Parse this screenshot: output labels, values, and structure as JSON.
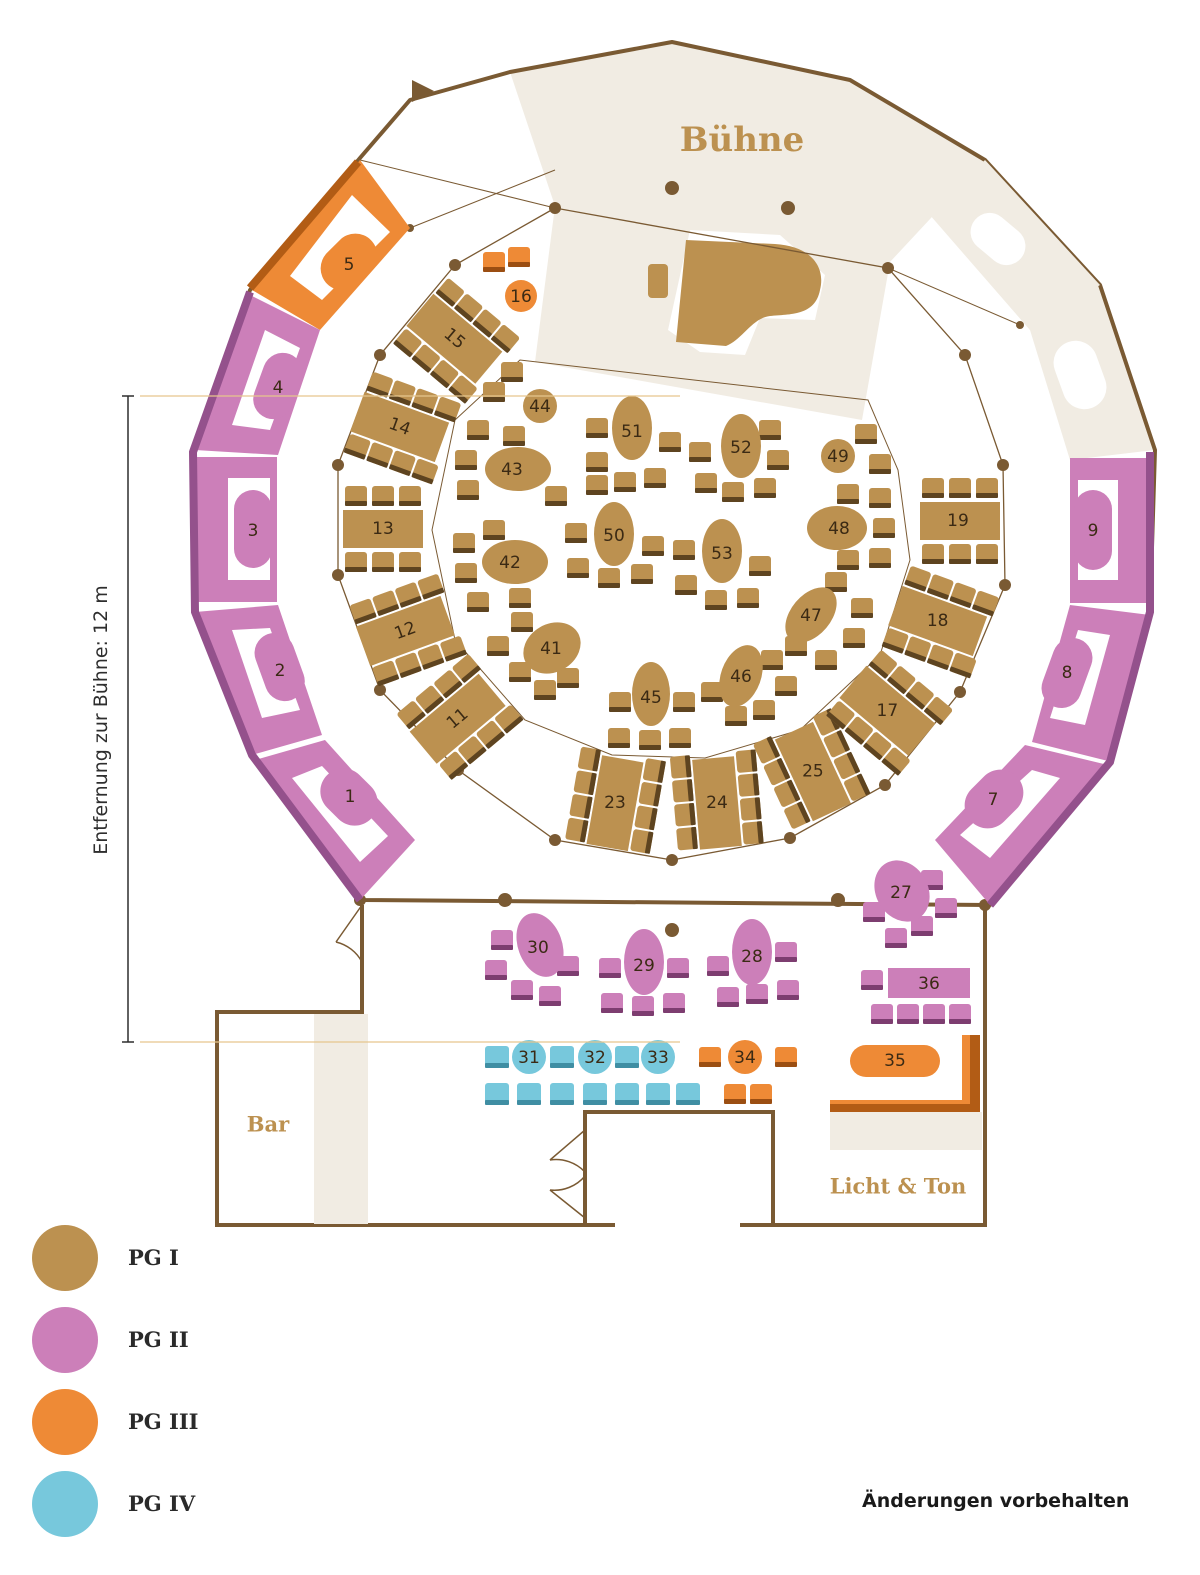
{
  "labels": {
    "stage": "Bühne",
    "bar": "Bar",
    "light_sound": "Licht & Ton",
    "distance": "Entfernung zur Bühne: 12 m",
    "note": "Änderungen vorbehalten"
  },
  "colors": {
    "pg1": "#bc9150",
    "pg2": "#cc7fb9",
    "pg3": "#ee8a36",
    "pg4": "#77c8dc",
    "wall": "#7a5a33",
    "stage_fill": "#f1ece3",
    "booth_frame": "#94518c"
  },
  "legend": [
    {
      "label": "PG I",
      "color": "#bc9150"
    },
    {
      "label": "PG II",
      "color": "#cc7fb9"
    },
    {
      "label": "PG III",
      "color": "#ee8a36"
    },
    {
      "label": "PG IV",
      "color": "#77c8dc"
    }
  ],
  "tables": {
    "t1": "1",
    "t2": "2",
    "t3": "3",
    "t4": "4",
    "t5": "5",
    "t7": "7",
    "t8": "8",
    "t9": "9",
    "t11": "11",
    "t12": "12",
    "t13": "13",
    "t14": "14",
    "t15": "15",
    "t16": "16",
    "t17": "17",
    "t18": "18",
    "t19": "19",
    "t23": "23",
    "t24": "24",
    "t25": "25",
    "t27": "27",
    "t28": "28",
    "t29": "29",
    "t30": "30",
    "t31": "31",
    "t32": "32",
    "t33": "33",
    "t34": "34",
    "t35": "35",
    "t36": "36",
    "t41": "41",
    "t42": "42",
    "t43": "43",
    "t44": "44",
    "t45": "45",
    "t46": "46",
    "t47": "47",
    "t48": "48",
    "t49": "49",
    "t50": "50",
    "t51": "51",
    "t52": "52",
    "t53": "53"
  }
}
